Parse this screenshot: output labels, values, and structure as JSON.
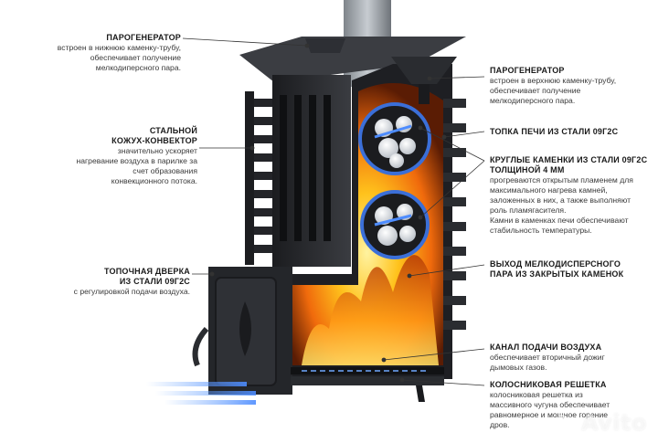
{
  "callouts": {
    "steam_gen_lower": {
      "title": "ПАРОГЕНЕРАТОР",
      "lines": [
        "встроен в нижнюю каменку-трубу,",
        "обеспечивает получение",
        "мелкодиперсного пара."
      ]
    },
    "steel_casing": {
      "title": [
        "СТАЛЬНОЙ",
        "КОЖУХ-КОНВЕКТОР"
      ],
      "lines": [
        "значительно ускоряет",
        "нагревание воздуха в парилке за",
        "счет образования",
        "конвекционного потока."
      ]
    },
    "door": {
      "title": [
        "ТОПОЧНАЯ ДВЕРКА",
        "ИЗ СТАЛИ 09Г2С"
      ],
      "lines": [
        "с регулировкой подачи воздуха."
      ]
    },
    "steam_gen_upper": {
      "title": "ПАРОГЕНЕРАТОР",
      "lines": [
        "встроен в верхнюю каменку-трубу,",
        "обеспечивает получение",
        "мелкодиперсного пара."
      ]
    },
    "firebox": {
      "title": "ТОПКА ПЕЧИ ИЗ СТАЛИ 09Г2С",
      "lines": []
    },
    "stone_baskets": {
      "title": [
        "КРУГЛЫЕ КАМЕНКИ ИЗ СТАЛИ 09Г2С",
        "ТОЛЩИНОЙ 4 ММ"
      ],
      "lines": [
        "прогреваются открытым пламенем для",
        "максимального нагрева камней,",
        "заложенных в них, а также выполняют",
        "роль пламягасителя.",
        "Камни в каменках печи обеспечивают",
        "стабильность температуры."
      ]
    },
    "steam_outlet": {
      "title": [
        "ВЫХОД МЕЛКОДИСПЕРСНОГО",
        "ПАРА ИЗ ЗАКРЫТЫХ КАМЕНОК"
      ],
      "lines": []
    },
    "air_channel": {
      "title": "КАНАЛ ПОДАЧИ ВОЗДУХА",
      "lines": [
        "обеспечивает вторичный дожиг",
        "дымовых газов."
      ]
    },
    "grate": {
      "title": "КОЛОСНИКОВАЯ РЕШЕТКА",
      "lines": [
        "колосниковая решетка из",
        "массивного чугуна обеспечивает",
        "равномерное и мощное горение",
        "дров."
      ]
    }
  },
  "watermark": "Avito",
  "colors": {
    "stove": "#2b2d31",
    "stove_dark": "#17181b",
    "flame_orange": "#ff8a10",
    "flame_yellow": "#ffd23a",
    "ring_blue": "#3b6fd8",
    "air_blue": "#6fa8ff"
  }
}
